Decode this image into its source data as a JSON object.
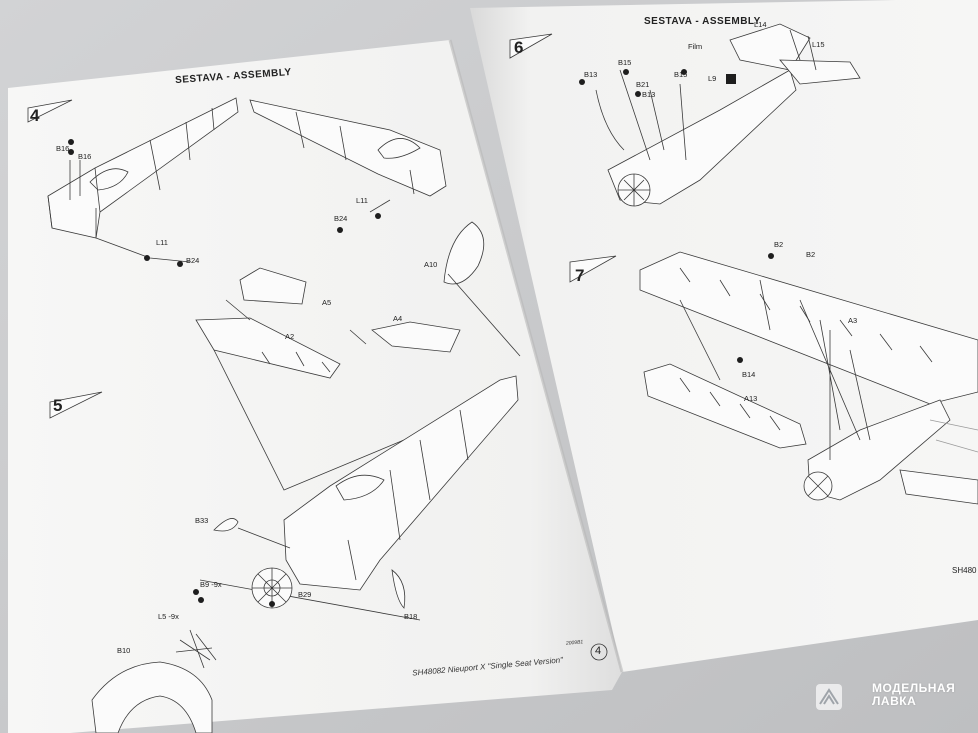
{
  "left_page": {
    "header": "SESTAVA - ASSEMBLY",
    "steps": [
      "4",
      "5"
    ],
    "parts": [
      "B16",
      "B16",
      "L11",
      "B24",
      "L11",
      "B24",
      "A10",
      "A5",
      "A4",
      "A2",
      "B33",
      "B9 -9x",
      "L5 -9x",
      "B29",
      "B18",
      "B10"
    ],
    "footer": "SH48082  Nieuport X \"Single Seat Version\"",
    "code": "2009B1",
    "page_number": "4"
  },
  "right_page": {
    "header": "SESTAVA - ASSEMBLY",
    "steps": [
      "6",
      "7"
    ],
    "parts": [
      "L14",
      "L15",
      "Film",
      "B15",
      "B13",
      "B21",
      "B15",
      "B13",
      "L9",
      "B2",
      "B2",
      "A3",
      "B14",
      "A13"
    ],
    "footer": "SH480"
  },
  "watermark": {
    "line1": "МОДЕЛЬНАЯ",
    "line2": "ЛАВКА"
  }
}
